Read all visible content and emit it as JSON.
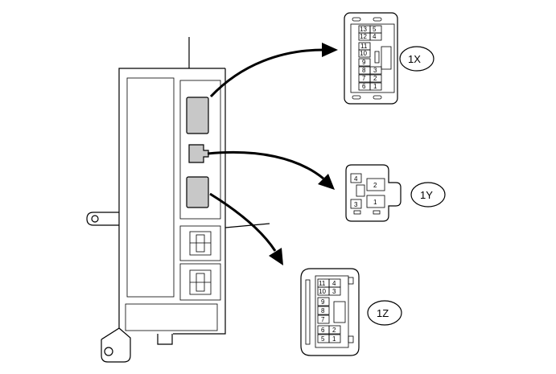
{
  "connectors": [
    {
      "id": "1X",
      "pins": [
        "13",
        "5",
        "12",
        "4",
        "11",
        "10",
        "9",
        "8",
        "3",
        "7",
        "2",
        "6",
        "1"
      ]
    },
    {
      "id": "1Y",
      "pins": [
        "4",
        "2",
        "3",
        "1"
      ]
    },
    {
      "id": "1Z",
      "pins": [
        "11",
        "4",
        "10",
        "3",
        "9",
        "8",
        "7",
        "6",
        "2",
        "5",
        "1"
      ]
    }
  ]
}
